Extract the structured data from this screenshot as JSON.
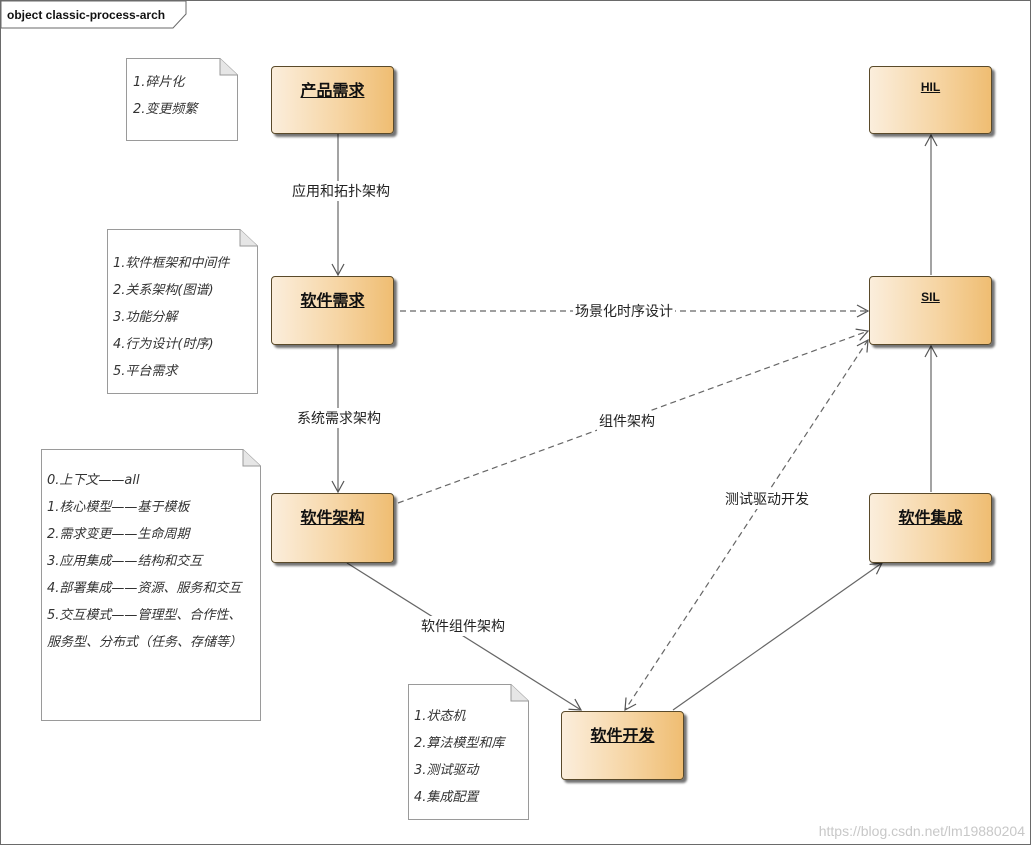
{
  "frame": {
    "title": "object classic-process-arch"
  },
  "nodes": {
    "product_req": "产品需求",
    "sw_req": "软件需求",
    "sw_arch": "软件架构",
    "sw_dev": "软件开发",
    "sw_int": "软件集成",
    "sil": "SIL",
    "hil": "HIL"
  },
  "notes": {
    "note1": [
      "1.碎片化",
      "2.变更频繁"
    ],
    "note2": [
      "1.软件框架和中间件",
      "2.关系架构(图谱)",
      "3.功能分解",
      "4.行为设计(时序)",
      "5.平台需求"
    ],
    "note3": [
      "0.上下文——all",
      "1.核心模型——基于模板",
      "2.需求变更——生命周期",
      "3.应用集成——结构和交互",
      "4.部署集成——资源、服务和交互",
      "5.交互模式——管理型、合作性、",
      "服务型、分布式（任务、存储等）"
    ],
    "note4": [
      "1.状态机",
      "2.算法模型和库",
      "3.测试驱动",
      "4.集成配置"
    ]
  },
  "edges": {
    "app_topo": "应用和拓扑架构",
    "scene_seq": "场景化时序设计",
    "sys_req_arch": "系统需求架构",
    "component_arch": "组件架构",
    "test_driven": "测试驱动开发",
    "sw_component_arch": "软件组件架构"
  },
  "watermark": "https://blog.csdn.net/lm19880204"
}
